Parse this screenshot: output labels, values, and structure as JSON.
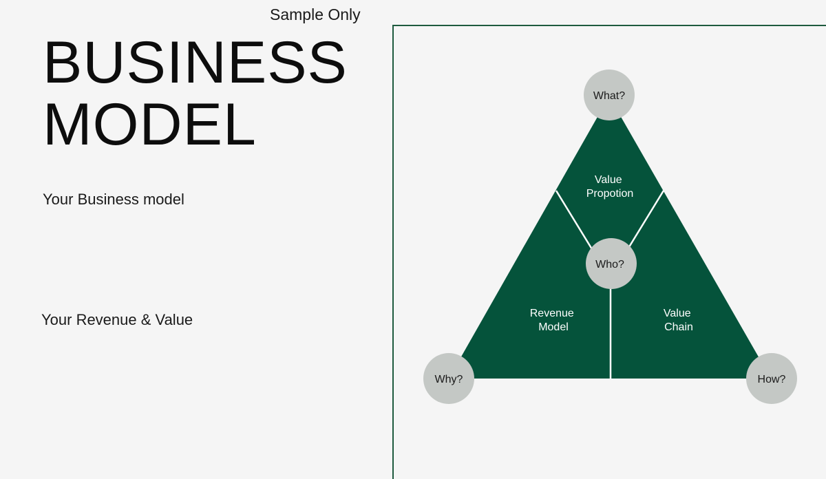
{
  "watermark": "Sample Only",
  "title": {
    "line1": "BUSINESS",
    "line2": "MODEL"
  },
  "subtitles": {
    "business_model": "Your Business model",
    "revenue_value": "Your Revenue & Value"
  },
  "diagram": {
    "colors": {
      "triangle": "#05533b",
      "node": "#c4c8c5",
      "divider": "#ffffff",
      "frame": "#1e5a3e"
    },
    "segments": {
      "top": {
        "line1": "Value",
        "line2": "Propotion"
      },
      "left": {
        "line1": "Revenue",
        "line2": "Model"
      },
      "right": {
        "line1": "Value",
        "line2": "Chain"
      }
    },
    "nodes": {
      "top": "What?",
      "center": "Who?",
      "left": "Why?",
      "right": "How?"
    }
  }
}
